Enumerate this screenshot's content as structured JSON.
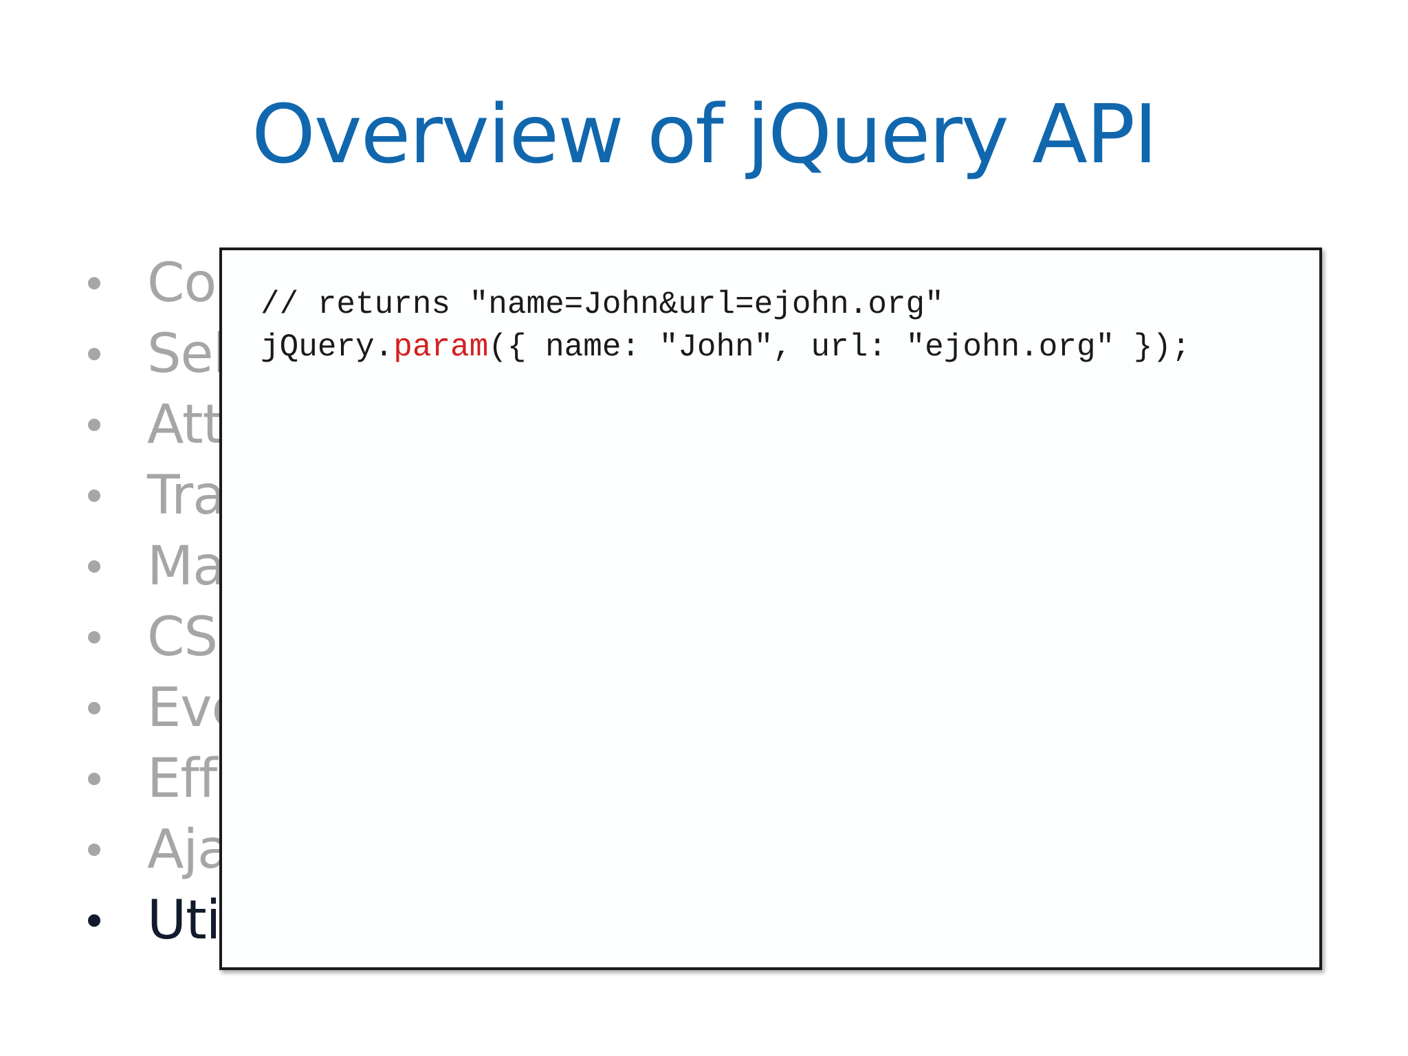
{
  "slide": {
    "title": "Overview of jQuery API",
    "bullets": [
      {
        "label": "Core",
        "active": false
      },
      {
        "label": "Selectors",
        "active": false
      },
      {
        "label": "Attributes",
        "active": false
      },
      {
        "label": "Traversing",
        "active": false
      },
      {
        "label": "Manipulation",
        "active": false
      },
      {
        "label": "CSS",
        "active": false
      },
      {
        "label": "Events",
        "active": false
      },
      {
        "label": "Effects",
        "active": false
      },
      {
        "label": "Ajax",
        "active": false
      },
      {
        "label": "Utilities",
        "active": true
      }
    ]
  },
  "code": {
    "line1": "// returns \"name=John&url=ejohn.org\"",
    "line2_prefix": "jQuery.",
    "line2_method": "param",
    "line2_suffix": "({ name: \"John\", url: \"ejohn.org\" });"
  },
  "colors": {
    "title": "#1167ad",
    "bullet_inactive": "#a6a6a6",
    "bullet_active": "#111b2c",
    "code_text": "#1a1a1a",
    "code_method": "#d42020"
  }
}
